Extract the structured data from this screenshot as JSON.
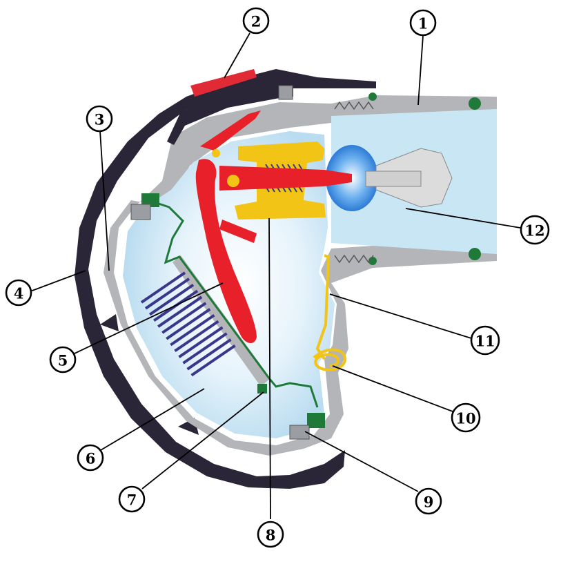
{
  "diagram": {
    "colors": {
      "outer_casing": "#2b2538",
      "inner_housing": "#b3b5b9",
      "chamber": "#c9e6f5",
      "chamber_glow": "#ffffff",
      "lever": "#e8202a",
      "red_pad": "#e02a35",
      "seals": "#1f7a3a",
      "valve_yellow": "#f2c415",
      "spring_blue": "#39368c",
      "valve_blue": "#3d8fe0",
      "background": "#ffffff"
    },
    "callouts": [
      {
        "id": "1",
        "label": "1"
      },
      {
        "id": "2",
        "label": "2"
      },
      {
        "id": "3",
        "label": "3"
      },
      {
        "id": "4",
        "label": "4"
      },
      {
        "id": "5",
        "label": "5"
      },
      {
        "id": "6",
        "label": "6"
      },
      {
        "id": "7",
        "label": "7"
      },
      {
        "id": "8",
        "label": "8"
      },
      {
        "id": "9",
        "label": "9"
      },
      {
        "id": "10",
        "label": "10"
      },
      {
        "id": "11",
        "label": "11"
      },
      {
        "id": "12",
        "label": "12"
      }
    ]
  }
}
